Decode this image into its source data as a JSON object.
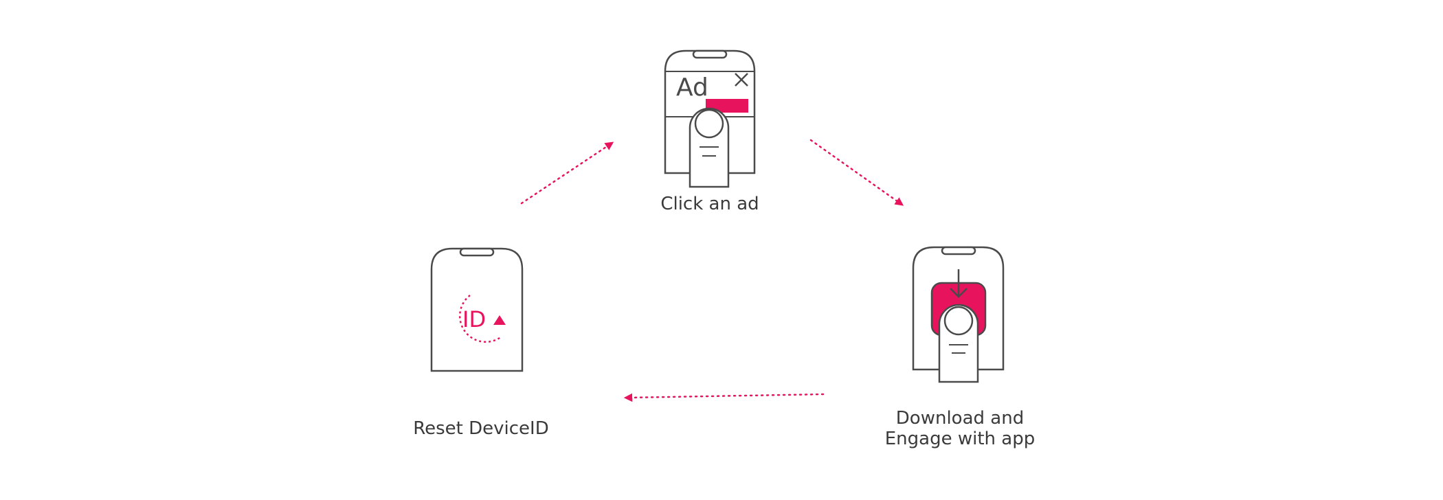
{
  "colors": {
    "accent": "#e8135d",
    "stroke": "#4a4a4a",
    "text": "#3a3a3a",
    "background": "#ffffff"
  },
  "steps": [
    {
      "id": "click-ad",
      "label": "Click an ad",
      "icons": [
        "phone-icon",
        "ad-banner-icon",
        "close-icon",
        "finger-tap-icon"
      ],
      "ad_text": "Ad",
      "close_glyph": "×"
    },
    {
      "id": "download-engage",
      "label_lines": [
        "Download and",
        "Engage with app"
      ],
      "icons": [
        "phone-icon",
        "app-tile-icon",
        "download-arrow-icon",
        "finger-tap-icon"
      ]
    },
    {
      "id": "reset-device-id",
      "label": "Reset DeviceID",
      "icons": [
        "phone-icon",
        "refresh-id-icon"
      ],
      "id_text": "ID"
    }
  ],
  "flow": [
    {
      "from": "reset-device-id",
      "to": "click-ad"
    },
    {
      "from": "click-ad",
      "to": "download-engage"
    },
    {
      "from": "download-engage",
      "to": "reset-device-id"
    }
  ]
}
